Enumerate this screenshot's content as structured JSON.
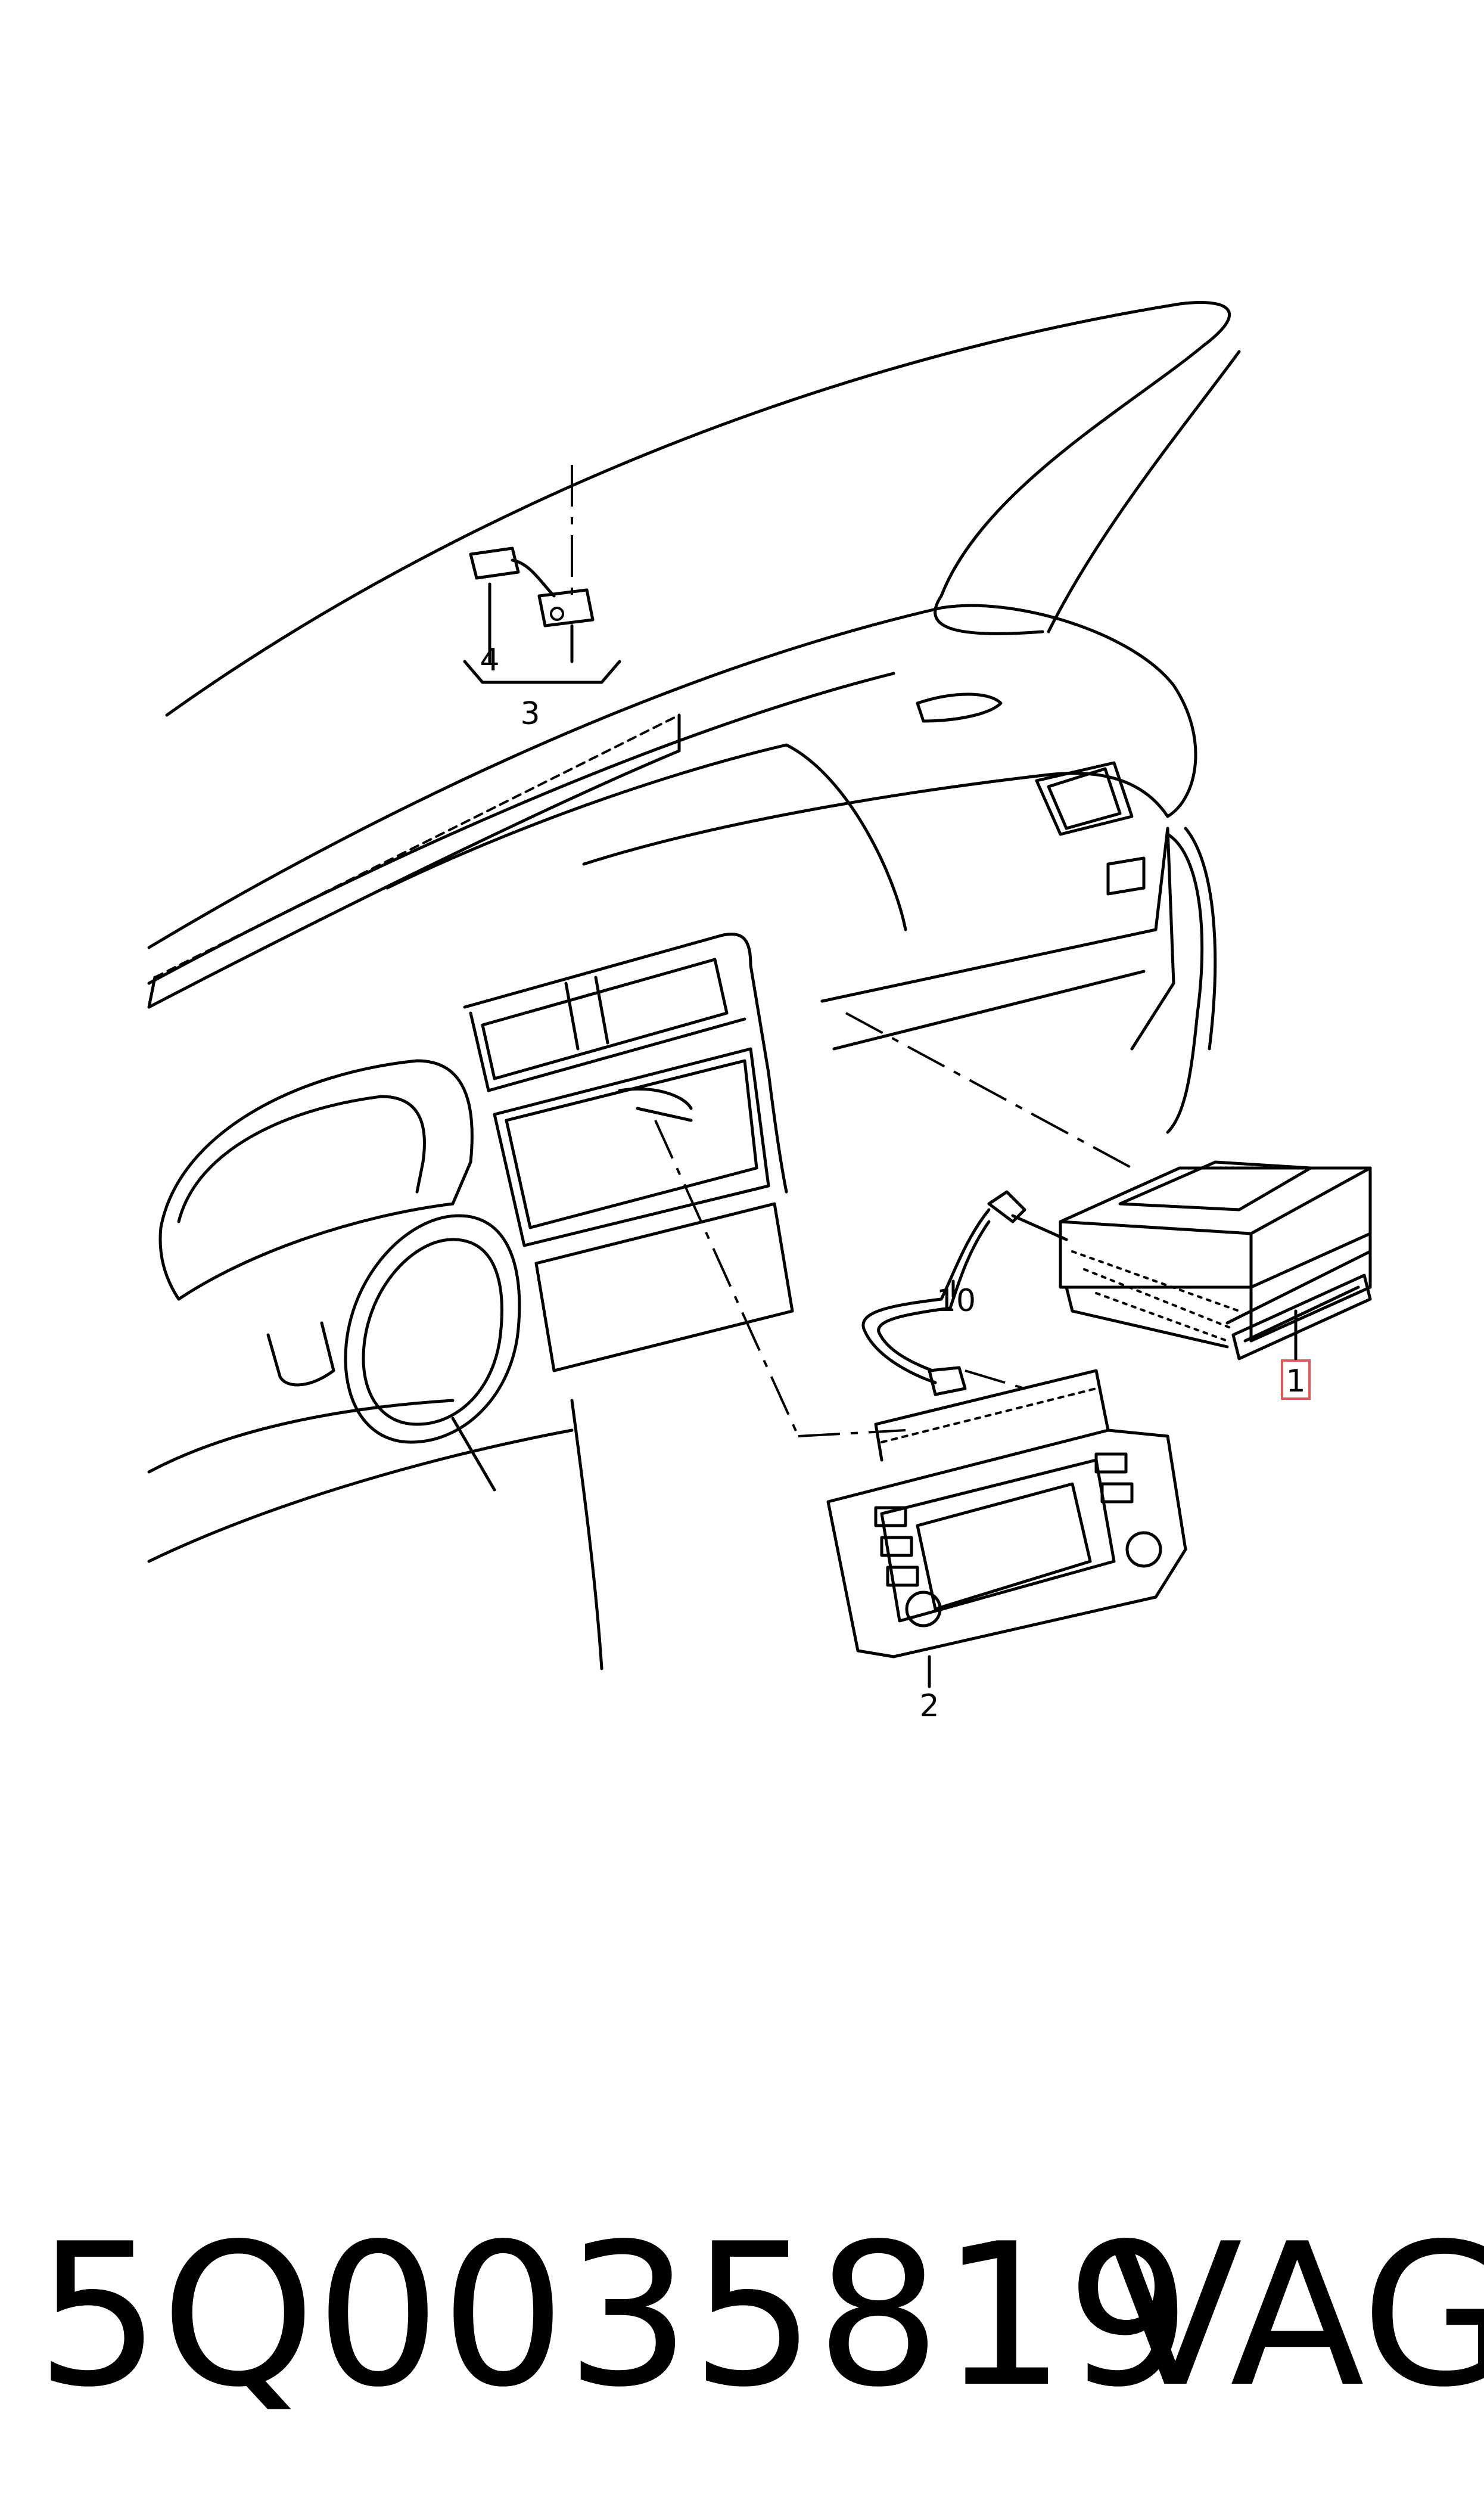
{
  "callouts": {
    "c1": "1",
    "c2": "2",
    "c3": "3",
    "c4": "4",
    "c10": "10"
  },
  "footer": {
    "part_number": "5Q0035819",
    "brand": "VAG"
  },
  "colors": {
    "line": "#000000",
    "highlight_box": "#e05a5a",
    "background": "#ffffff"
  }
}
